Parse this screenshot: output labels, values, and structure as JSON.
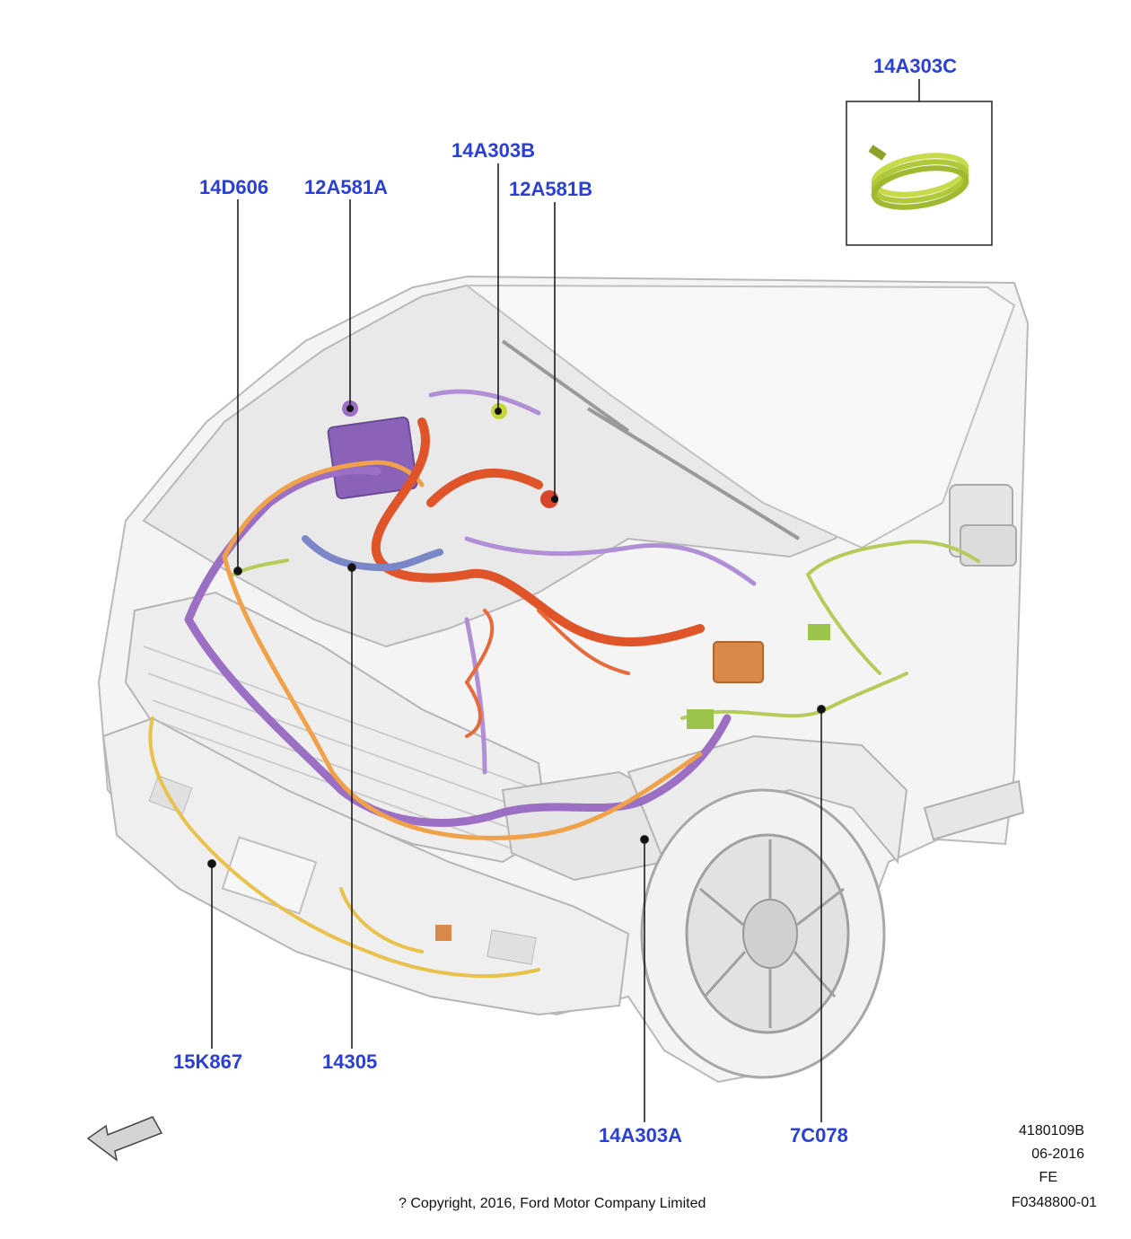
{
  "callouts": {
    "c14A303C": "14A303C",
    "c14A303B": "14A303B",
    "c14D606": "14D606",
    "c12A581A": "12A581A",
    "c12A581B": "12A581B",
    "c15K867": "15K867",
    "c14305": "14305",
    "c14A303A": "14A303A",
    "c7C078": "7C078"
  },
  "footer": {
    "doc_number": "4180109B",
    "date": "06-2016",
    "code": "FE",
    "figure_id": "F0348800-01",
    "copyright": "? Copyright, 2016, Ford Motor Company Limited"
  },
  "colors": {
    "callout_text": "#2a3fd6",
    "harness_purple": "#9b6fc4",
    "harness_orange": "#e0542a",
    "harness_amber": "#f0a24a",
    "harness_green": "#b5cc5a",
    "harness_yellow": "#e8c24a",
    "harness_blue": "#7a86c8",
    "vehicle_line": "#b9b9b9"
  }
}
